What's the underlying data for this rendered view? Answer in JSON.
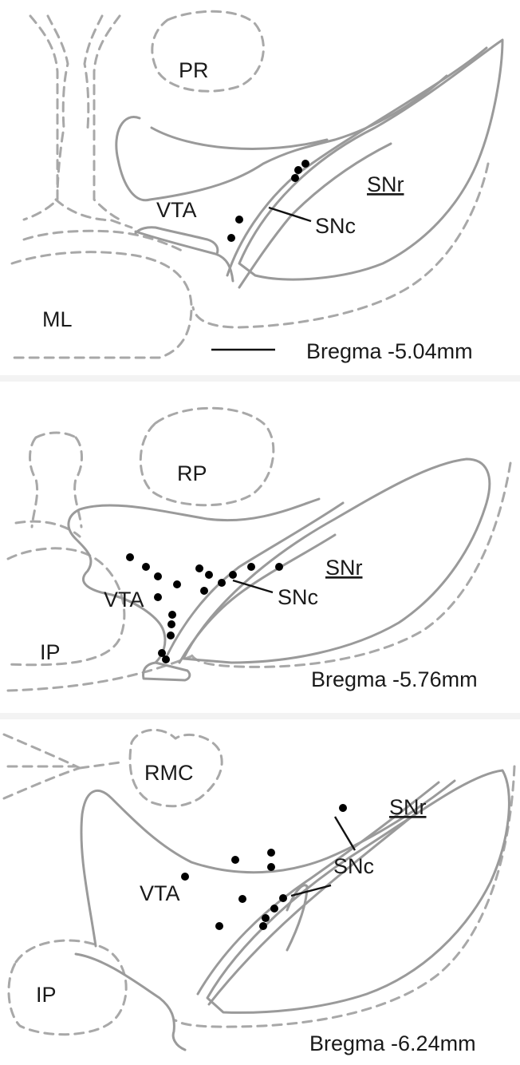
{
  "figure": {
    "panels": [
      {
        "bregma": "Bregma -5.04mm",
        "regions": {
          "pr": "PR",
          "vta": "VTA",
          "snr": "SNr",
          "snc": "SNc",
          "ml": "ML"
        },
        "dot_count": 5
      },
      {
        "bregma": "Bregma -5.76mm",
        "regions": {
          "rp": "RP",
          "vta": "VTA",
          "snr": "SNr",
          "snc": "SNc",
          "ip": "IP"
        },
        "dot_count": 17
      },
      {
        "bregma": "Bregma -6.24mm",
        "regions": {
          "rmc": "RMC",
          "vta": "VTA",
          "snr": "SNr",
          "snc": "SNc",
          "ip": "IP"
        },
        "dot_count": 11
      }
    ]
  }
}
